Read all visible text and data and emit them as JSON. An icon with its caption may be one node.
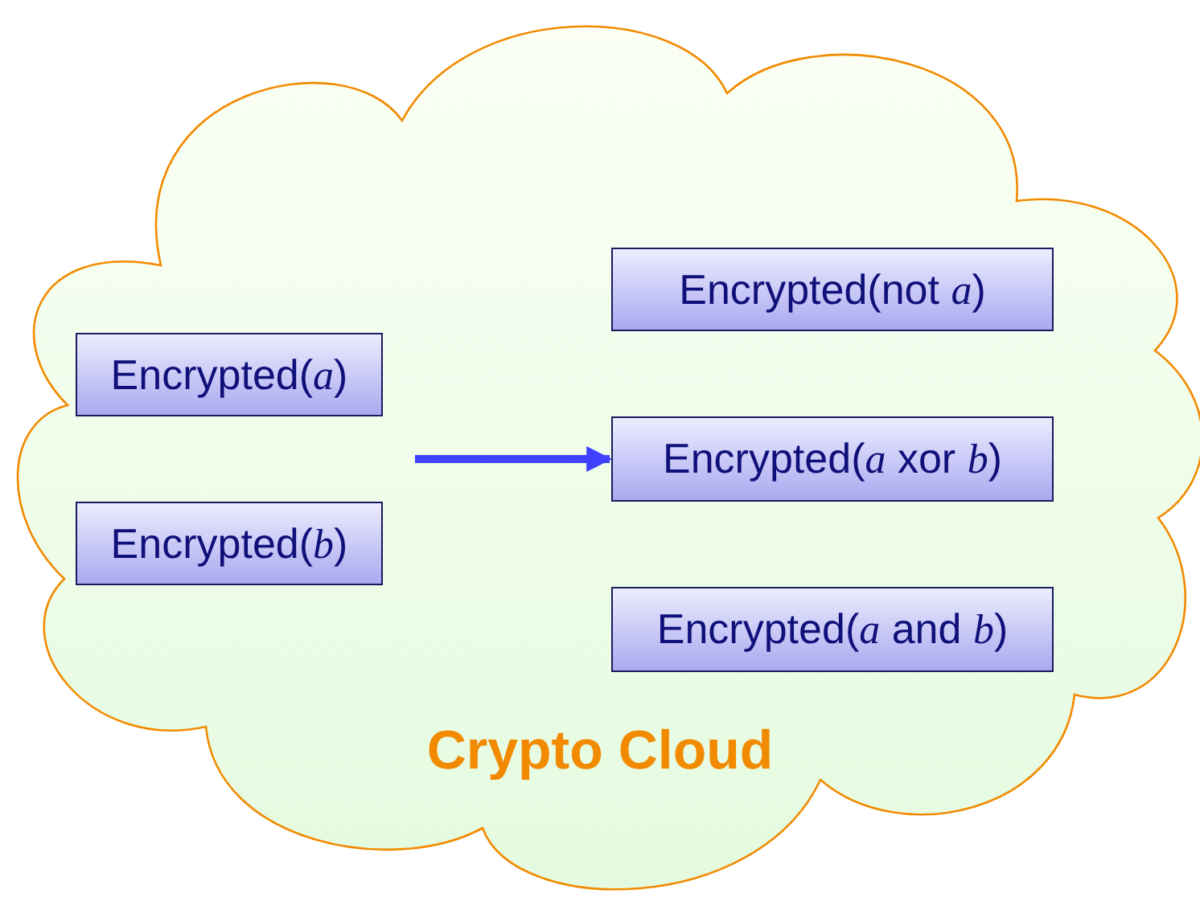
{
  "diagram": {
    "nodes": [
      {
        "text": [
          "Crypto Cloud"
        ]
      },
      {
        "text": [
          "Encrypted(*a*)"
        ],
        "in": 0
      },
      {
        "text": [
          "Encrypted(*b*)"
        ],
        "in": 0
      },
      {
        "text": [
          "Encrypted(not *a*)"
        ],
        "in": 0
      },
      {
        "text": [
          "Encrypted(*a* xor *b*)"
        ],
        "in": 0
      },
      {
        "text": [
          "Encrypted(*a* and *b*)"
        ],
        "in": 0
      }
    ],
    "edges": [
      {
        "from": null,
        "to": 4,
        "arrow": "to",
        "color": "#4040ff"
      }
    ]
  }
}
